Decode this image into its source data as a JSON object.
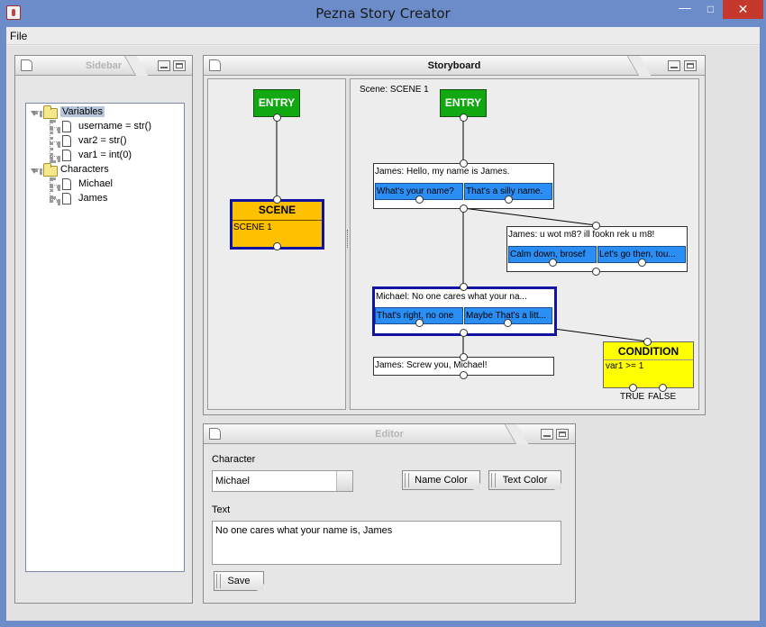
{
  "window": {
    "title": "Pezna Story Creator",
    "minimize_label": "—",
    "maximize_label": "□",
    "close_label": "✕"
  },
  "menu": {
    "file": "File"
  },
  "sidebar": {
    "title": "Sidebar",
    "tree": {
      "variables_label": "Variables",
      "variables": [
        "username = str()",
        "var2 = str()",
        "var1 = int(0)"
      ],
      "characters_label": "Characters",
      "characters": [
        "Michael",
        "James"
      ]
    }
  },
  "storyboard": {
    "title": "Storyboard",
    "left": {
      "entry_label": "ENTRY",
      "scene_title": "SCENE",
      "scene_name": "SCENE 1"
    },
    "right": {
      "scene_label": "Scene: SCENE 1",
      "entry_label": "ENTRY",
      "node1": {
        "text": "James: Hello, my name is James.",
        "choices": [
          "What's your name?",
          "That's a silly name."
        ]
      },
      "node2": {
        "text": "James: u wot m8? ill fookn rek u m8!",
        "choices": [
          "Calm down, brosef",
          "Let's go then, tou..."
        ]
      },
      "node3": {
        "text": "Michael: No one cares what your na...",
        "choices": [
          "That's right, no one",
          "Maybe That's a litt..."
        ]
      },
      "node4": {
        "text": "James: Screw you, Michael!"
      },
      "condition": {
        "title": "CONDITION",
        "expr": "var1 >= 1",
        "true_label": "TRUE",
        "false_label": "FALSE"
      }
    }
  },
  "editor": {
    "title": "Editor",
    "character_label": "Character",
    "character_value": "Michael",
    "name_color_button": "Name Color",
    "text_color_button": "Text Color",
    "text_label": "Text",
    "text_value": "No one cares what your name is, James",
    "save_button": "Save"
  },
  "colors": {
    "entry": "#12a812",
    "scene": "#fdc100",
    "choice": "#2b8ef4",
    "condition": "#ffff00",
    "selected_border": "#1313a3",
    "title_bar": "#6b8cc8"
  }
}
